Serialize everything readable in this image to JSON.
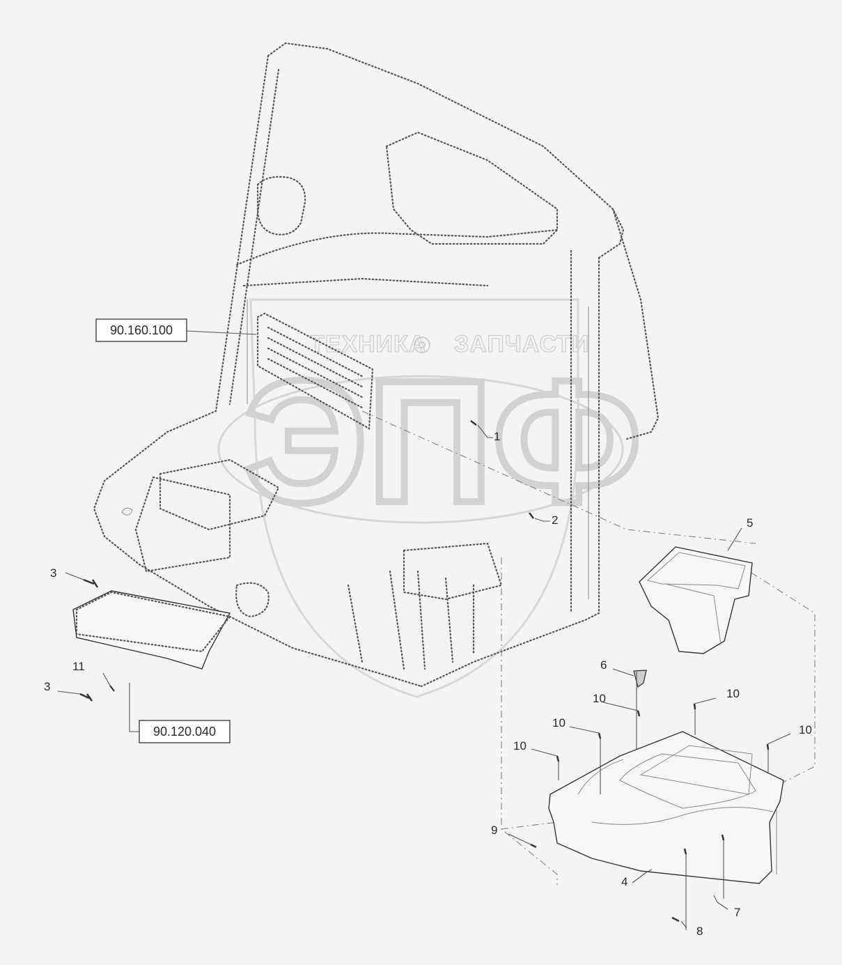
{
  "diagram": {
    "reference_boxes": [
      {
        "id": "ref-cab-panel",
        "label": "90.160.100"
      },
      {
        "id": "ref-seat",
        "label": "90.120.040"
      }
    ],
    "callouts": {
      "c1": "1",
      "c2": "2",
      "c3a": "3",
      "c3b": "3",
      "c4": "4",
      "c5": "5",
      "c6": "6",
      "c7": "7",
      "c8": "8",
      "c9": "9",
      "c10a": "10",
      "c10b": "10",
      "c10c": "10",
      "c10d": "10",
      "c10e": "10",
      "c11": "11"
    },
    "watermark": {
      "left": "ТЕХНИКА",
      "right": "ЗАПЧАСТИ",
      "logo": "ЭПФ"
    },
    "colors": {
      "background": "#f4f4f2",
      "line": "#333333",
      "watermark": "#d2d2d2"
    }
  }
}
